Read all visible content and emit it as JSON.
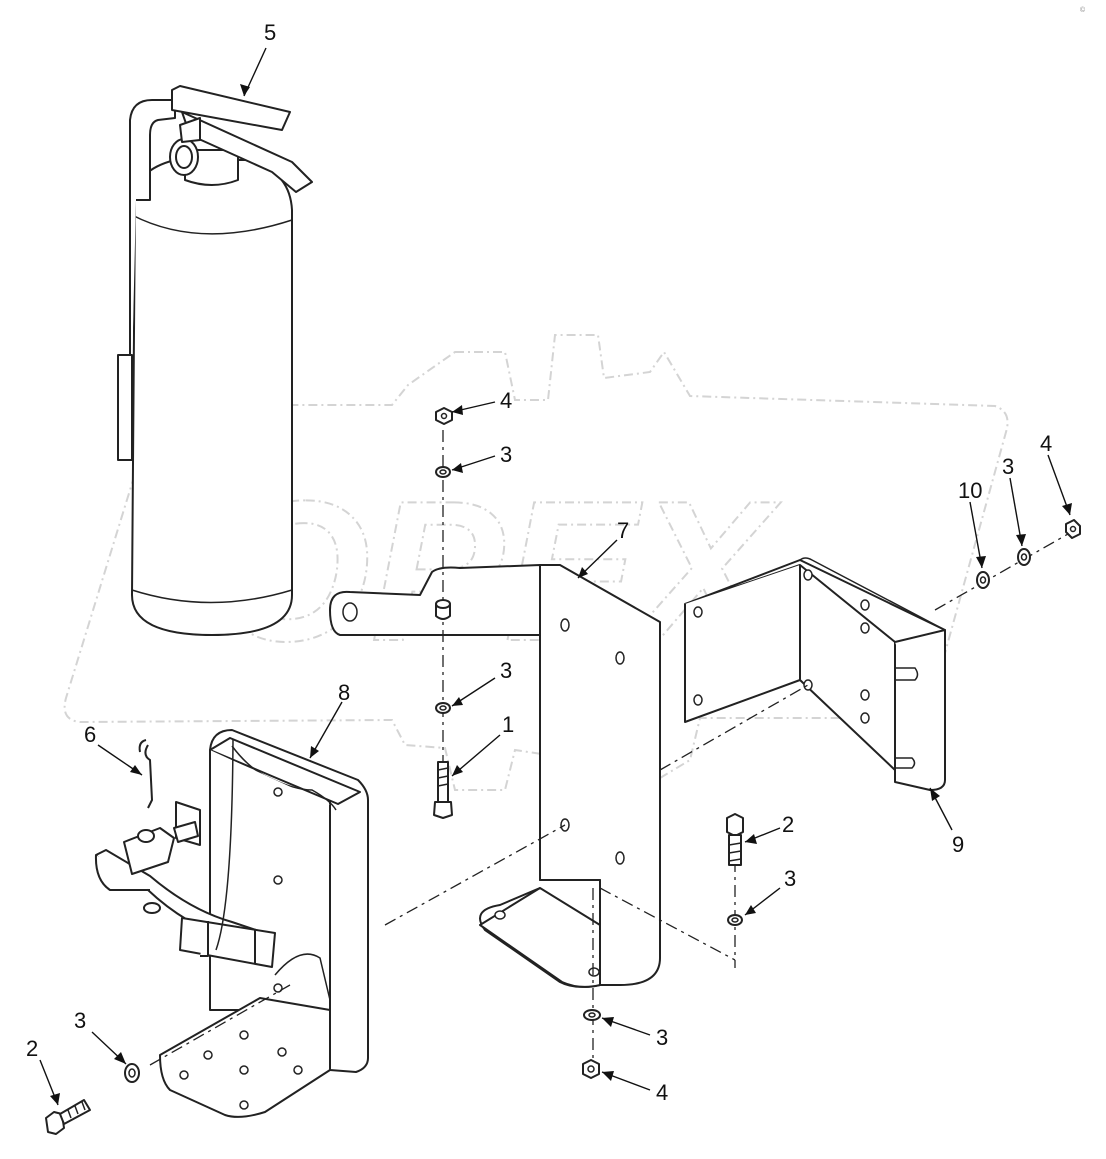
{
  "watermark": {
    "text": "OPEX"
  },
  "corner_mark": "©",
  "callouts": [
    {
      "id": "c5",
      "label": "5"
    },
    {
      "id": "c4a",
      "label": "4"
    },
    {
      "id": "c3a",
      "label": "3"
    },
    {
      "id": "c7",
      "label": "7"
    },
    {
      "id": "c3b",
      "label": "3"
    },
    {
      "id": "c1",
      "label": "1"
    },
    {
      "id": "c8",
      "label": "8"
    },
    {
      "id": "c6",
      "label": "6"
    },
    {
      "id": "c10",
      "label": "10"
    },
    {
      "id": "c3c",
      "label": "3"
    },
    {
      "id": "c4b",
      "label": "4"
    },
    {
      "id": "c9",
      "label": "9"
    },
    {
      "id": "c2a",
      "label": "2"
    },
    {
      "id": "c3d",
      "label": "3"
    },
    {
      "id": "c3e",
      "label": "3"
    },
    {
      "id": "c4c",
      "label": "4"
    },
    {
      "id": "c2b",
      "label": "2"
    },
    {
      "id": "c3f",
      "label": "3"
    }
  ],
  "colors": {
    "line": "#222222",
    "watermark": "#d4d4d4",
    "background": "#ffffff"
  }
}
